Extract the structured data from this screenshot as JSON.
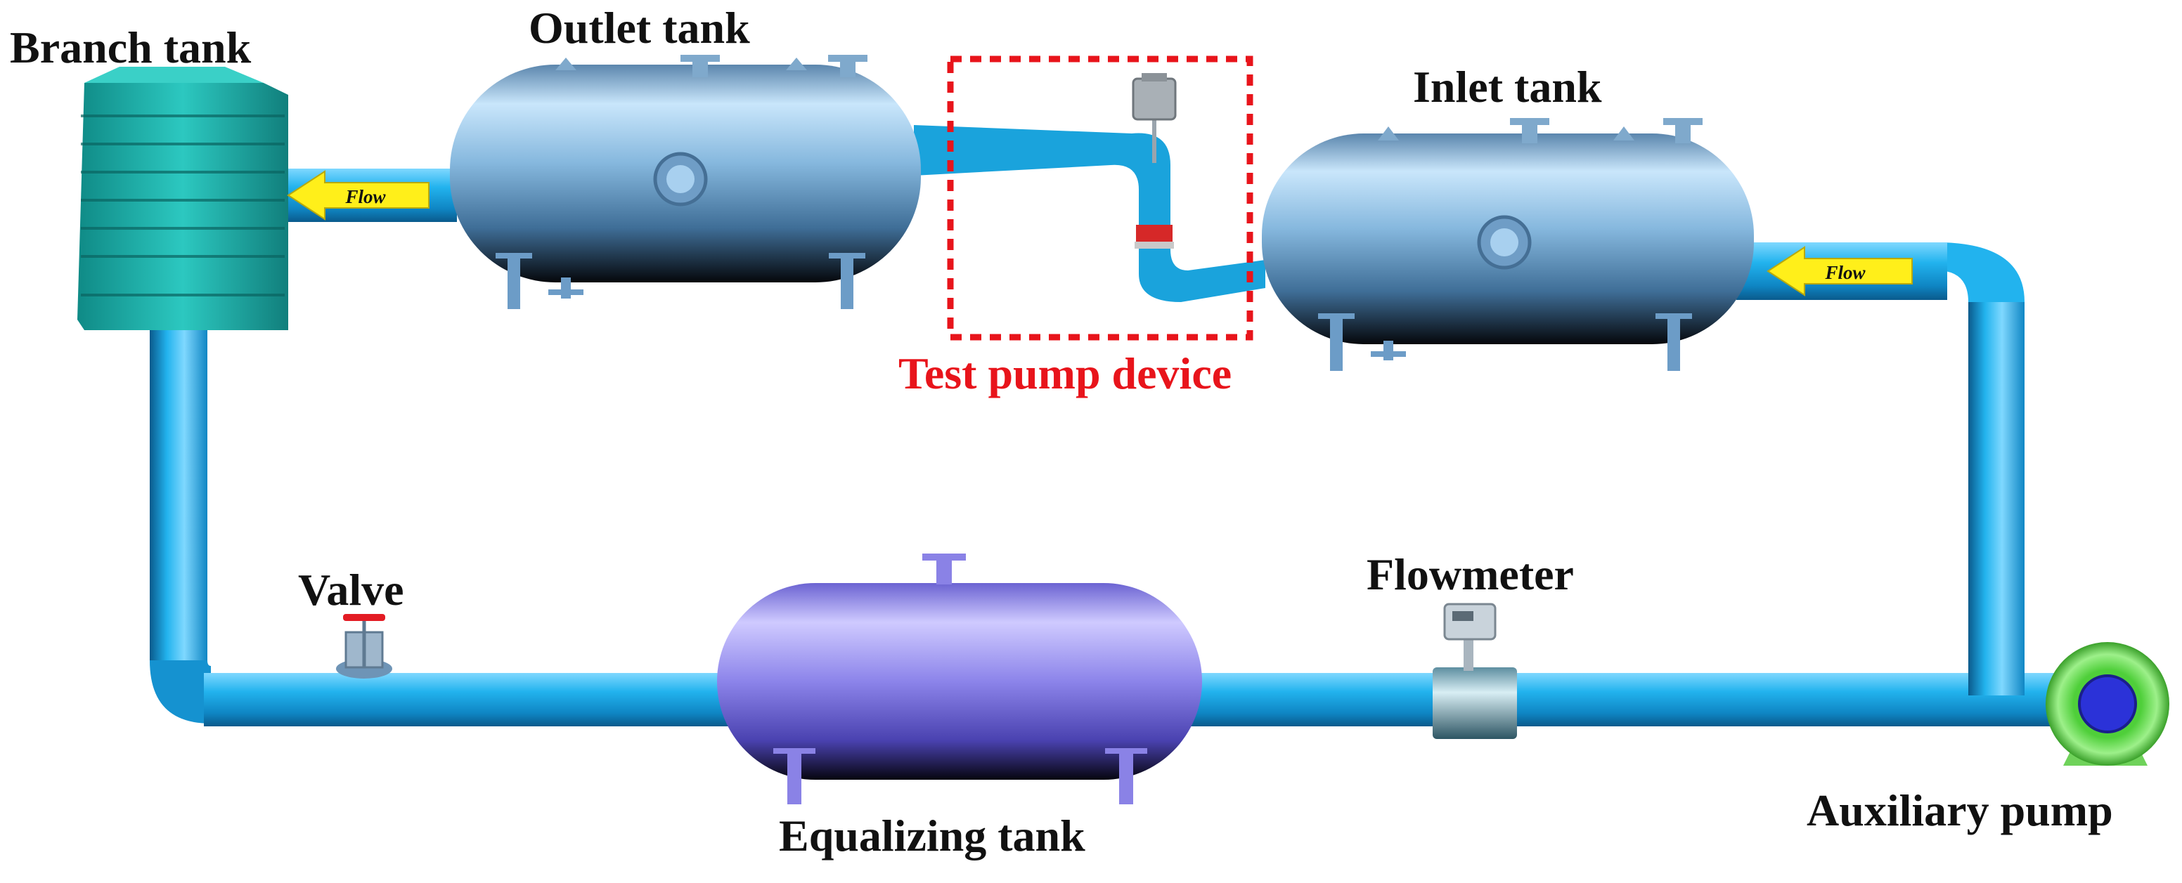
{
  "labels": {
    "branch_tank": "Branch tank",
    "outlet_tank": "Outlet tank",
    "inlet_tank": "Inlet tank",
    "test_pump_device": "Test pump device",
    "valve": "Valve",
    "flowmeter": "Flowmeter",
    "equalizing_tank": "Equalizing tank",
    "auxiliary_pump": "Auxiliary pump"
  },
  "flow_arrows": [
    {
      "text": "Flow",
      "direction": "left"
    },
    {
      "text": "Flow",
      "direction": "left"
    }
  ],
  "colors": {
    "pipe": "#1aa3dc",
    "steel_tank": "#8dbde6",
    "branch_tank": "#1fb8b0",
    "equalizing_tank": "#7a72e0",
    "flow_arrow": "#ffef1a",
    "highlight_box": "#e8141b",
    "pump_casing": "#7de05a",
    "pump_impeller": "#2b32d8"
  }
}
